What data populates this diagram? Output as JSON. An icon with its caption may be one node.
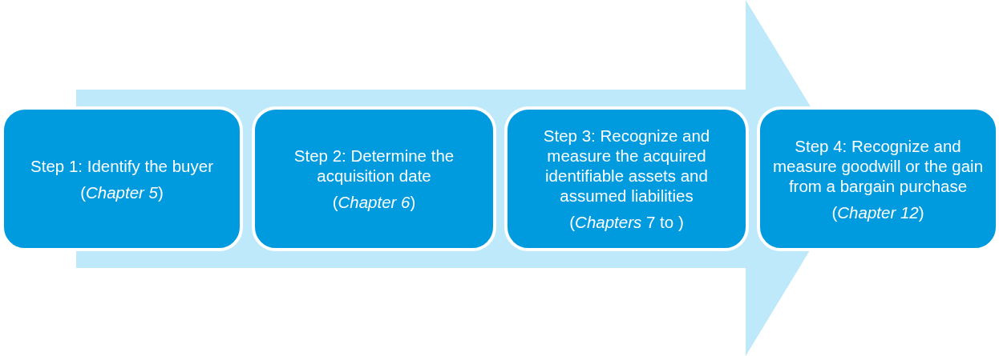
{
  "diagram": {
    "nodes": [
      {
        "text": [
          "Step 1: Identify the buyer",
          "(*Chapter 5*)"
        ]
      },
      {
        "text": [
          "Step 2: Determine the acquisition date",
          "(*Chapter 6*)"
        ]
      },
      {
        "text": [
          "Step 3: Recognize and measure the acquired identifiable assets and assumed liabilities",
          "(*Chapters* 7 to )"
        ]
      },
      {
        "text": [
          "Step 4: Recognize and measure goodwill or the gain from a bargain purchase",
          "(*Chapter 12*)"
        ]
      }
    ]
  }
}
